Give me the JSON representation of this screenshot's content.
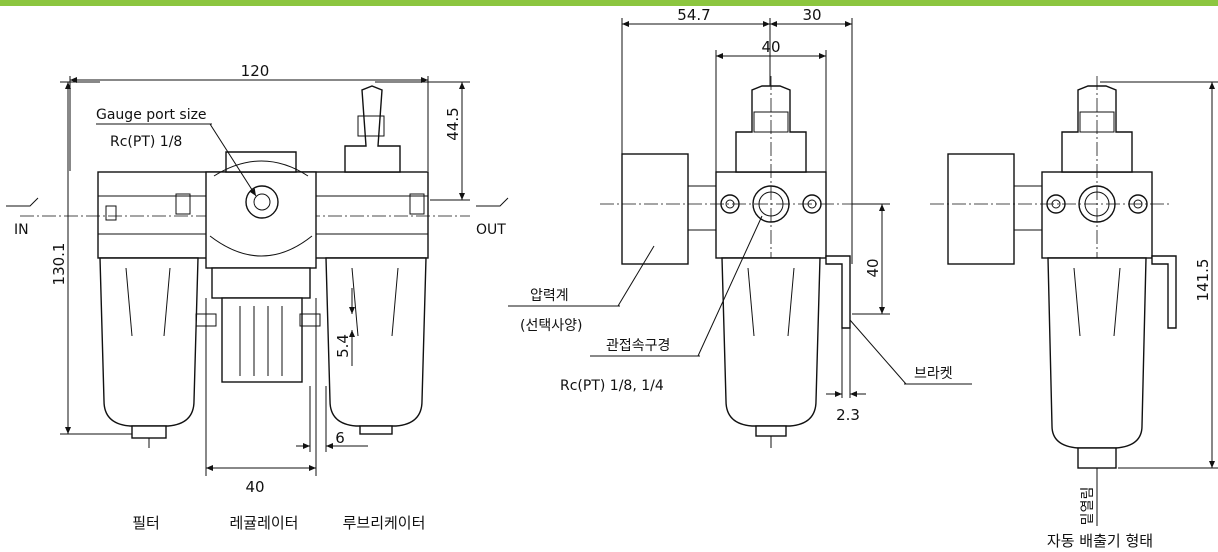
{
  "header": {
    "bar_color": "#8cc63f"
  },
  "front_view": {
    "dimensions": {
      "total_width": "120",
      "top_height": "44.5",
      "total_height": "130.1",
      "reg_width": "40",
      "port_gap": "5.4",
      "drain_gap": "6"
    },
    "gauge_port": {
      "line1": "Gauge port size",
      "line2": "Rc(PT) 1/8"
    },
    "flow": {
      "in": "IN",
      "out": "OUT"
    },
    "captions": {
      "filter": "필터",
      "regulator": "레귤레이터",
      "lubricator": "루브리케이터"
    }
  },
  "side_view": {
    "dimensions": {
      "gauge_offset": "54.7",
      "bracket_offset": "30",
      "body_width": "40",
      "bracket_height": "40",
      "bracket_thickness": "2.3"
    },
    "labels": {
      "gauge": "압력계",
      "gauge_option": "(선택사양)",
      "port_size": "관접속구경",
      "port_spec": "Rc(PT) 1/8, 1/4",
      "bracket": "브라켓"
    }
  },
  "auto_drain_view": {
    "dimensions": {
      "total_height": "141.5"
    },
    "vertical_label": "밑열림",
    "caption": "자동 배출기 형태"
  }
}
